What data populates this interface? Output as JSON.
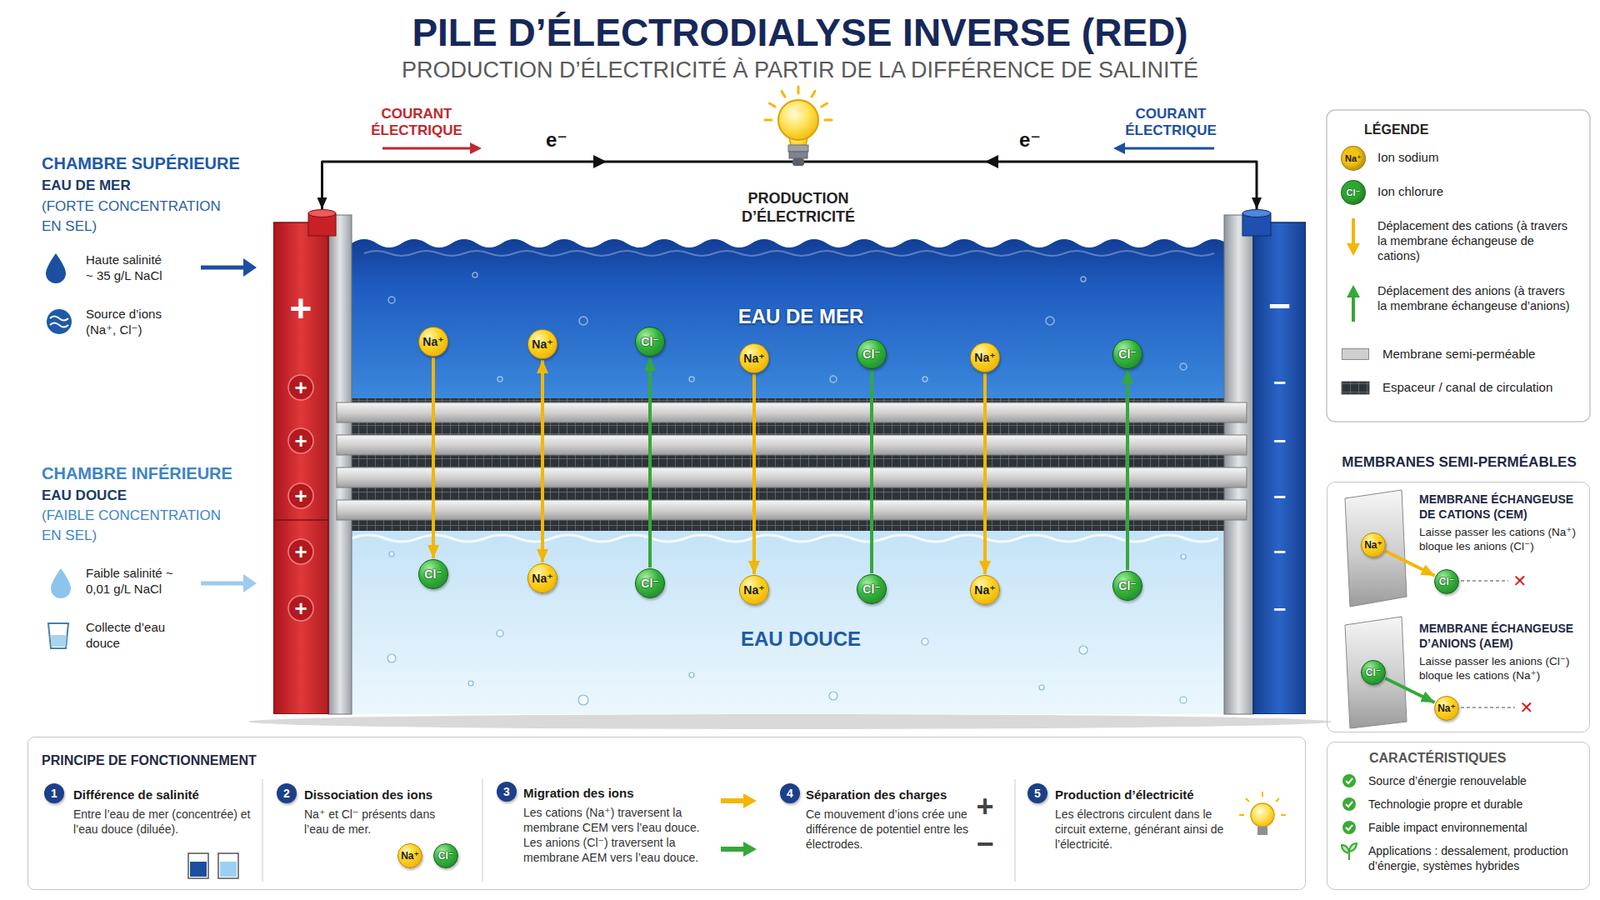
{
  "diagram": {
    "title": "PILE D’ÉLECTRODIALYSE INVERSE (RED)",
    "nodes": [
      {
        "text": [
          "+",
          "+",
          "+",
          "+",
          "+",
          "+"
        ]
      },
      {
        "text": [
          "EAU DE MER"
        ]
      },
      {
        "text": [
          "Na⁺"
        ],
        "in": 1
      },
      {
        "text": [
          "Na⁺"
        ],
        "in": 1
      },
      {
        "text": [
          "Cl⁻"
        ],
        "in": 1
      },
      {
        "text": [
          "Na⁺"
        ],
        "in": 1
      },
      {
        "text": [
          "Cl⁻"
        ],
        "in": 1
      },
      {
        "text": [
          "Na⁺"
        ],
        "in": 1
      },
      {
        "text": [
          "Cl⁻"
        ],
        "in": 1
      },
      {
        "text": [
          "EAU DOUCE"
        ]
      },
      {
        "text": [
          "Cl⁻"
        ],
        "in": 9
      },
      {
        "text": [
          "Na⁺"
        ],
        "in": 9
      },
      {
        "text": [
          "Cl⁻"
        ],
        "in": 9
      },
      {
        "text": [
          "Na⁺"
        ],
        "in": 9
      },
      {
        "text": [
          "Cl⁻"
        ],
        "in": 9
      },
      {
        "text": [
          "Na⁺"
        ],
        "in": 9
      },
      {
        "text": [
          "Cl⁻"
        ],
        "in": 9
      },
      {
        "text": [
          "−",
          "−",
          "−",
          "−",
          "−",
          "−"
        ]
      },
      {
        "text": [
          "MEMBRANES SEMI-PERMÉABLES",
          "MEMBRANE ÉCHANGEUSE DE CATIONS (CEM)",
          "Laisse passer les cations (Na⁺) bloque les anions (Cl⁻)",
          "MEMBRANE ÉCHANGEUSE D’ANIONS (AEM)",
          "Laisse passer les anions (Cl⁻) bloque les cations (Na⁺)"
        ]
      },
      {
        "text": [
          "Na⁺"
        ],
        "in": 18
      },
      {
        "text": [
          "Cl⁻"
        ],
        "in": 18
      },
      {
        "text": [
          "Cl⁻"
        ],
        "in": 18
      },
      {
        "text": [
          "Na⁺"
        ],
        "in": 18
      },
      {
        "text": [
          "CARACTÉRISTIQUES",
          "Source d’énergie renouvelable",
          "Technologie propre et durable",
          "Faible impact environnemental",
          "Applications : dessalement, production d’énergie, systèmes hybrides"
        ]
      },
      {
        "text": [
          "PRINCIPE DE FONCTIONNEMENT"
        ]
      },
      {
        "text": [
          "Différence de salinité",
          "Entre l’eau de mer (concentrée) et l’eau douce (diluée)."
        ],
        "in": 24
      },
      {
        "text": [
          "1"
        ],
        "in": 25
      },
      {
        "text": [
          "Dissociation des ions",
          "Na⁺ et Cl⁻ présents dans l’eau de mer."
        ],
        "in": 24
      },
      {
        "text": [
          "2"
        ],
        "in": 27
      },
      {
        "text": [
          "Na⁺"
        ],
        "in": 27
      },
      {
        "text": [
          "Cl⁻"
        ],
        "in": 27
      },
      {
        "text": [
          "Migration des ions",
          "Les cations (Na⁺) traversent la membrane CEM vers l’eau douce.",
          "Les anions (Cl⁻) traversent la membrane AEM vers l’eau douce."
        ],
        "in": 24
      },
      {
        "text": [
          "3"
        ],
        "in": 31
      },
      {
        "text": [
          "Séparation des charges",
          "Ce mouvement d’ions crée une différence de potentiel entre les électrodes."
        ],
        "in": 24
      },
      {
        "text": [
          "4"
        ],
        "in": 33
      },
      {
        "text": [
          "Production d’électricité",
          "Les électrons circulent dans le circuit externe, générant ainsi de l’électricité."
        ],
        "in": 24
      },
      {
        "text": [
          "5"
        ],
        "in": 35
      }
    ],
    "edges": [
      {
        "from": 2,
        "to": 10,
        "arrow": "to"
      },
      {
        "from": 3,
        "to": 11,
        "arrow": "both"
      },
      {
        "from": 12,
        "to": 4,
        "arrow": "to"
      },
      {
        "from": 5,
        "to": 13,
        "arrow": "to"
      },
      {
        "from": 6,
        "to": 14,
        "arrow": "none"
      },
      {
        "from": 7,
        "to": 15,
        "arrow": "to"
      },
      {
        "from": 16,
        "to": 8,
        "arrow": "to"
      },
      {
        "from": 0,
        "to": 17,
        "arrow": "both"
      },
      {
        "from": 19,
        "to": 20,
        "arrow": "to"
      },
      {
        "from": 21,
        "to": 22,
        "arrow": "to"
      }
    ],
    "labels": [
      "PRODUCTION D’ÉLECTRICITÉ À PARTIR DE LA DIFFÉRENCE DE SALINITÉ",
      "CHAMBRE SUPÉRIEURE",
      "EAU DE MER",
      "(FORTE CONCENTRATION EN SEL)",
      "Haute salinité ~ 35 g/L NaCl",
      "Source d’ions (Na⁺, Cl⁻)",
      "CHAMBRE INFÉRIEURE",
      "EAU DOUCE",
      "(FAIBLE CONCENTRATION EN SEL)",
      "Faible salinité ~ 0,01 g/L NaCl",
      "Collecte d’eau douce",
      "COURANT ÉLECTRIQUE",
      "e⁻",
      "PRODUCTION D’ÉLECTRICITÉ",
      "e⁻",
      "COURANT ÉLECTRIQUE",
      "LÉGENDE",
      "Na⁺",
      "Cl⁻",
      "✕",
      "✕",
      "+",
      "−"
    ],
    "legend": [
      {
        "text": "Ion sodium",
        "color": "#f5c211"
      },
      {
        "text": "Ion chlorure",
        "color": "#2fa832"
      },
      {
        "text": "Déplacement des cations (à travers la membrane échangeuse de cations)"
      },
      {
        "text": "Déplacement des anions (à travers la membrane échangeuse d’anions)"
      },
      {
        "text": "Membrane semi-perméable",
        "color": "#cfcfcf"
      },
      {
        "text": "Espaceur / canal de circulation"
      }
    ]
  }
}
